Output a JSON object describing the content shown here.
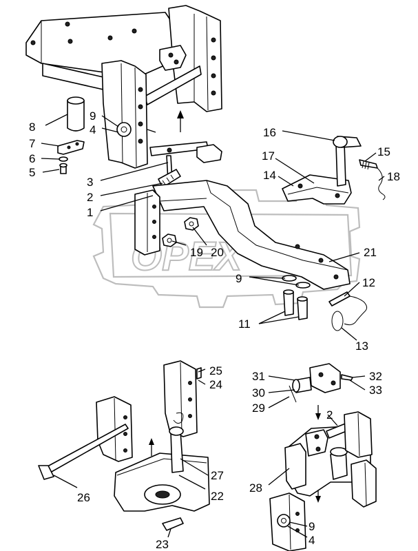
{
  "watermark": {
    "text": "OPEX"
  },
  "callouts": [
    {
      "id": "c1",
      "text": "1"
    },
    {
      "id": "c2",
      "text": "2"
    },
    {
      "id": "c3",
      "text": "3"
    },
    {
      "id": "c4",
      "text": "4"
    },
    {
      "id": "c5",
      "text": "5"
    },
    {
      "id": "c6",
      "text": "6"
    },
    {
      "id": "c7",
      "text": "7"
    },
    {
      "id": "c8",
      "text": "8"
    },
    {
      "id": "c9",
      "text": "9"
    },
    {
      "id": "c9b",
      "text": "9"
    },
    {
      "id": "c11",
      "text": "11"
    },
    {
      "id": "c12",
      "text": "12"
    },
    {
      "id": "c13",
      "text": "13"
    },
    {
      "id": "c14",
      "text": "14"
    },
    {
      "id": "c15",
      "text": "15"
    },
    {
      "id": "c16",
      "text": "16"
    },
    {
      "id": "c17",
      "text": "17"
    },
    {
      "id": "c18",
      "text": "18"
    },
    {
      "id": "c19",
      "text": "19"
    },
    {
      "id": "c20",
      "text": "20"
    },
    {
      "id": "c21",
      "text": "21"
    },
    {
      "id": "c22",
      "text": "22"
    },
    {
      "id": "c23",
      "text": "23"
    },
    {
      "id": "c24",
      "text": "24"
    },
    {
      "id": "c25",
      "text": "25"
    },
    {
      "id": "c26",
      "text": "26"
    },
    {
      "id": "c27",
      "text": "27"
    },
    {
      "id": "c28",
      "text": "28"
    },
    {
      "id": "c29",
      "text": "29"
    },
    {
      "id": "c30",
      "text": "30"
    },
    {
      "id": "c31",
      "text": "31"
    },
    {
      "id": "c32",
      "text": "32"
    },
    {
      "id": "c33",
      "text": "33"
    },
    {
      "id": "c2b",
      "text": "2"
    },
    {
      "id": "c9c",
      "text": "9"
    },
    {
      "id": "c4b",
      "text": "4"
    }
  ]
}
